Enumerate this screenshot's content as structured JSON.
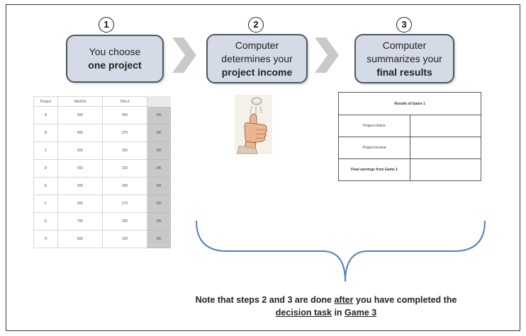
{
  "steps": [
    {
      "number": "1",
      "line1": "You choose",
      "line2": "",
      "bold": "one project"
    },
    {
      "number": "2",
      "line1": "Computer",
      "line2": "determines your",
      "bold": "project income"
    },
    {
      "number": "3",
      "line1": "Computer",
      "line2": "summarizes your",
      "bold": "final results"
    }
  ],
  "project_table": {
    "headers": [
      "Project",
      "HEADS",
      "TAILS"
    ],
    "ok_label": "OK",
    "rows": [
      {
        "project": "A",
        "heads": "400",
        "tails": "400"
      },
      {
        "project": "B",
        "heads": "450",
        "tails": "375"
      },
      {
        "project": "C",
        "heads": "500",
        "tails": "350"
      },
      {
        "project": "D",
        "heads": "550",
        "tails": "325"
      },
      {
        "project": "E",
        "heads": "600",
        "tails": "300"
      },
      {
        "project": "F",
        "heads": "650",
        "tails": "275"
      },
      {
        "project": "G",
        "heads": "700",
        "tails": "250"
      },
      {
        "project": "H",
        "heads": "800",
        "tails": "200"
      }
    ]
  },
  "results_table": {
    "title": "Results of Game 1",
    "rows": [
      "Project choice",
      "Project income",
      "Final earnings from Game 1"
    ]
  },
  "note": {
    "p1": "Note that steps 2 and 3 are done ",
    "u1": "after",
    "p2": " you have completed the",
    "u2": "decision task",
    "p3": " in ",
    "u3": "Game 3"
  },
  "colors": {
    "step_fill": "#d4dbe6",
    "step_border": "#4d5563",
    "chevron": "#c9c9c9",
    "brace": "#4f7fc3"
  },
  "icons": [
    "thumb-coin-toss-icon",
    "chevron-right-icon"
  ]
}
